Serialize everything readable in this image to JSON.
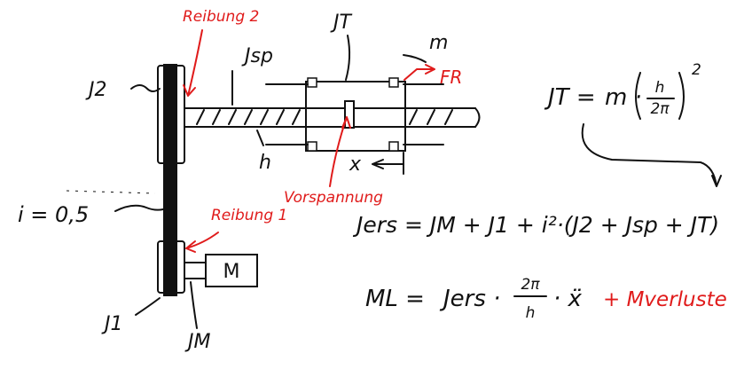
{
  "labels": {
    "j2": "J2",
    "jsp": "Jsp",
    "jt": "JT",
    "m": "m",
    "fr": "FR",
    "h": "h",
    "x": "x",
    "i_ratio": "i = 0,5",
    "j1": "J1",
    "jm": "JM",
    "motor": "M"
  },
  "red_labels": {
    "reibung2": "Reibung 2",
    "reibung1": "Reibung 1",
    "vorspannung": "Vorspannung"
  },
  "equations": {
    "jt_lhs": "JT =",
    "jt_m": "m ·",
    "jt_num": "h",
    "jt_den": "2π",
    "jt_exp": "2",
    "jers_rhs": "Jers = JM + J1 + i²·(J2 + Jsp + JT)",
    "ml_lhs": "ML =",
    "ml_jers": "Jers ·",
    "ml_num": "2π",
    "ml_den": "h",
    "ml_xdd": "· ẍ",
    "ml_losses": "+ Mverluste"
  }
}
